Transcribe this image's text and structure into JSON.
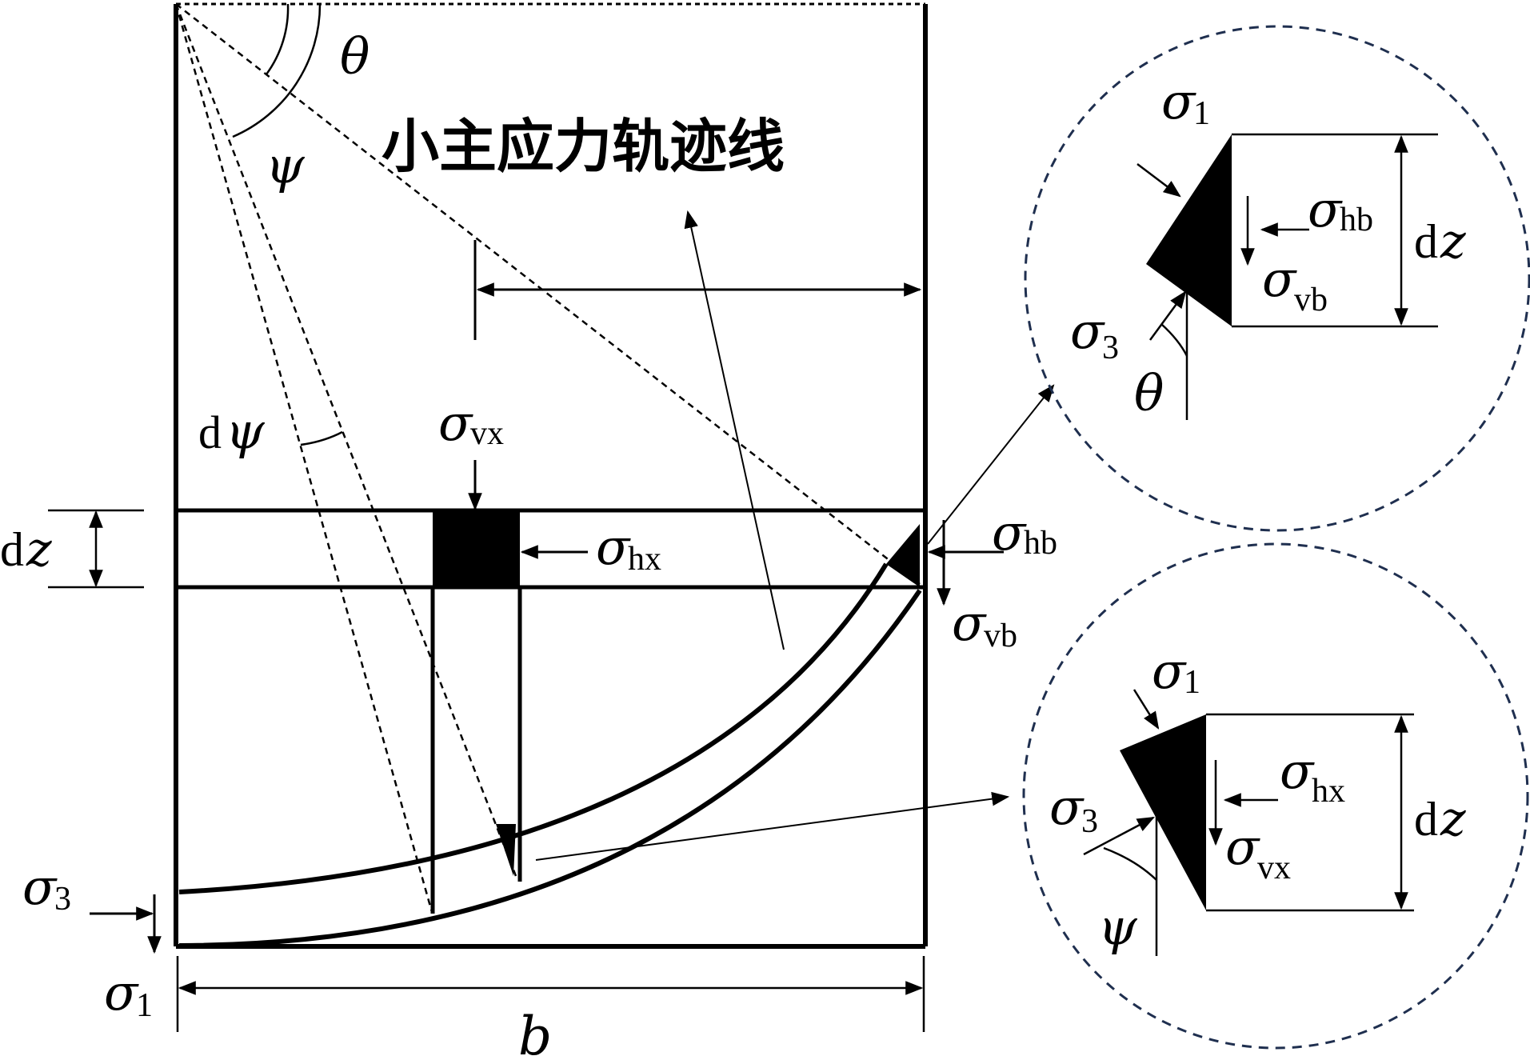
{
  "figure": {
    "trajectory_label": "小主应力轨迹线",
    "symbols": {
      "theta": "θ",
      "psi": "ψ",
      "sigma": "σ",
      "d": "d",
      "z": "z",
      "b": "b"
    },
    "subscripts": {
      "one": "1",
      "three": "3",
      "vx": "vx",
      "hx": "hx",
      "hb": "hb",
      "vb": "vb"
    },
    "colors": {
      "ink": "#000000",
      "callout_circle": "#1f2f4f"
    }
  }
}
